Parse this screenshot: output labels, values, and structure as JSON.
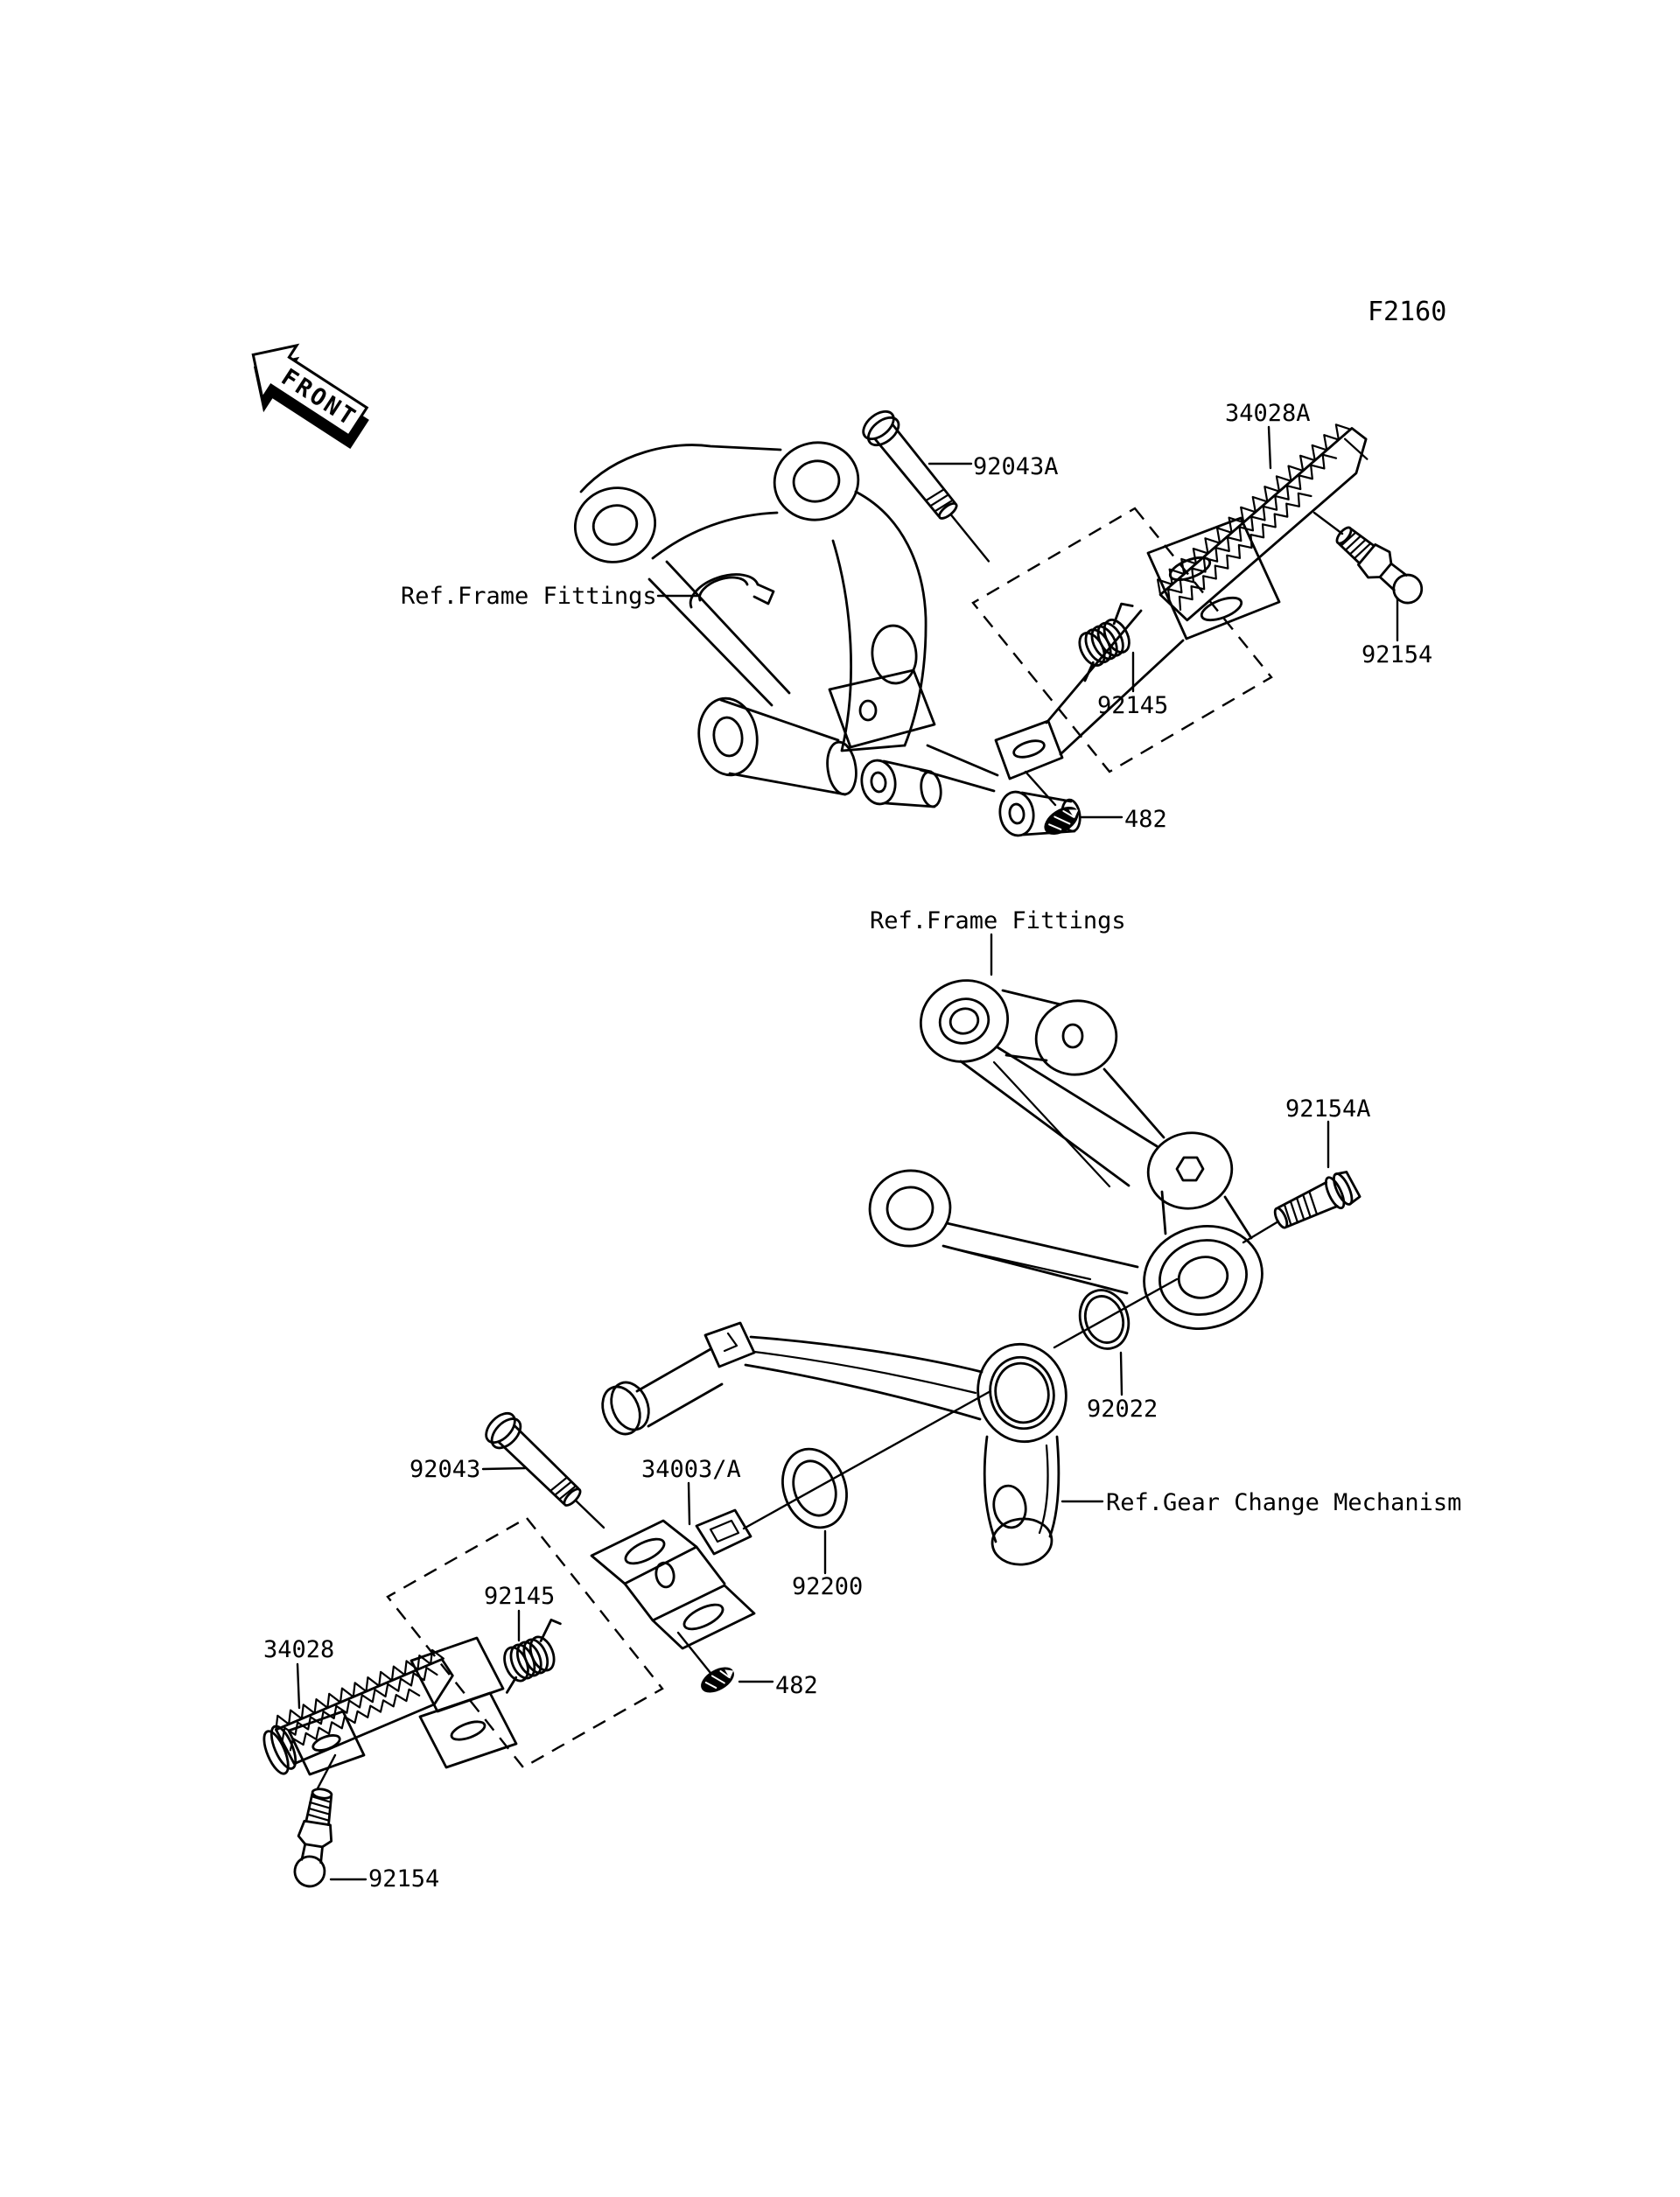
{
  "colors": {
    "background": "#ffffff",
    "ink": "#000000"
  },
  "figure_code": "F2160",
  "front_marker": "FRONT",
  "upper_assembly": {
    "ref_frame_fittings": "Ref.Frame Fittings",
    "pin": "92043A",
    "footpeg": "34028A",
    "footpeg_bolt": "92154",
    "spring": "92145",
    "circlip": "482"
  },
  "lower_assembly": {
    "ref_frame_fittings": "Ref.Frame Fittings",
    "ref_gear_change": "Ref.Gear Change Mechanism",
    "bracket_bolt": "92154A",
    "oring": "92022",
    "pin": "92043",
    "footpeg_holder": "34003/A",
    "washer": "92200",
    "spring": "92145",
    "circlip": "482",
    "footpeg": "34028",
    "footpeg_bolt": "92154"
  }
}
